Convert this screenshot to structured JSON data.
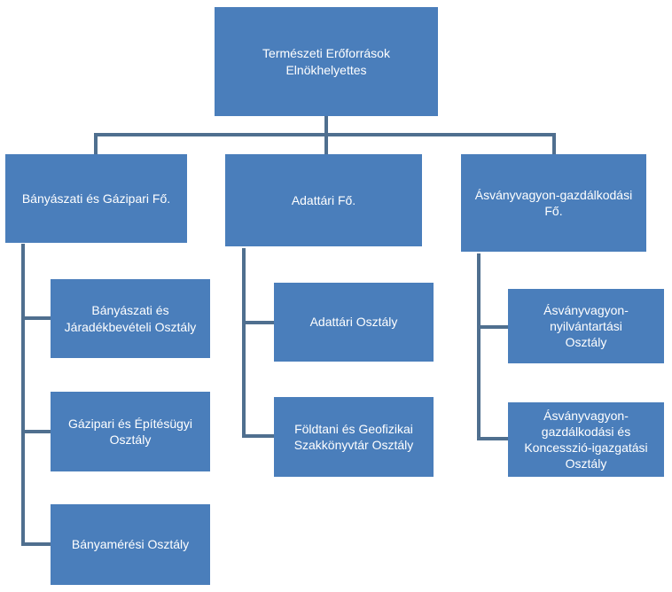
{
  "root": {
    "label": "Természeti Erőforrások Elnökhelyettes"
  },
  "departments": [
    {
      "label": "Bányászati és Gázipari Fő.",
      "units": [
        {
          "label": "Bányászati és Járadékbevételi Osztály"
        },
        {
          "label": "Gázipari és Építésügyi Osztály"
        },
        {
          "label": "Bányamérési Osztály"
        }
      ]
    },
    {
      "label": "Adattári Fő.",
      "units": [
        {
          "label": "Adattári Osztály"
        },
        {
          "label": "Földtani és Geofizikai Szakkönyvtár Osztály"
        }
      ]
    },
    {
      "label": "Ásványvagyon-gazdálkodási Fő.",
      "units": [
        {
          "label": "Ásványvagyon-nyilvántartási Osztály"
        },
        {
          "label": "Ásványvagyon-gazdálkodási és Koncesszió-igazgatási Osztály"
        }
      ]
    }
  ],
  "colors": {
    "box": "#4a7ebb",
    "connector": "#4f6f8f",
    "text": "#ffffff"
  }
}
